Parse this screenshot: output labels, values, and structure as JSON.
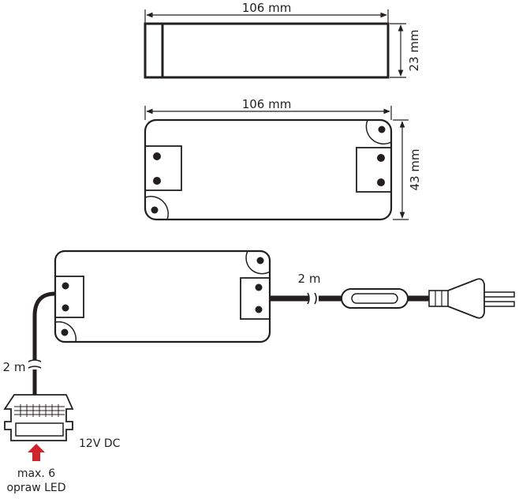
{
  "side_view": {
    "width_label": "106 mm",
    "height_label": "23 mm"
  },
  "top_view": {
    "width_label": "106 mm",
    "height_label": "43 mm"
  },
  "wiring": {
    "mains_cable_length": "2 m",
    "output_cable_length": "2 m",
    "output_voltage": "12V DC",
    "max_fixtures_line1": "max. 6",
    "max_fixtures_line2": "opraw LED"
  },
  "colors": {
    "line": "#231f20",
    "arrow": "#d1232a"
  }
}
